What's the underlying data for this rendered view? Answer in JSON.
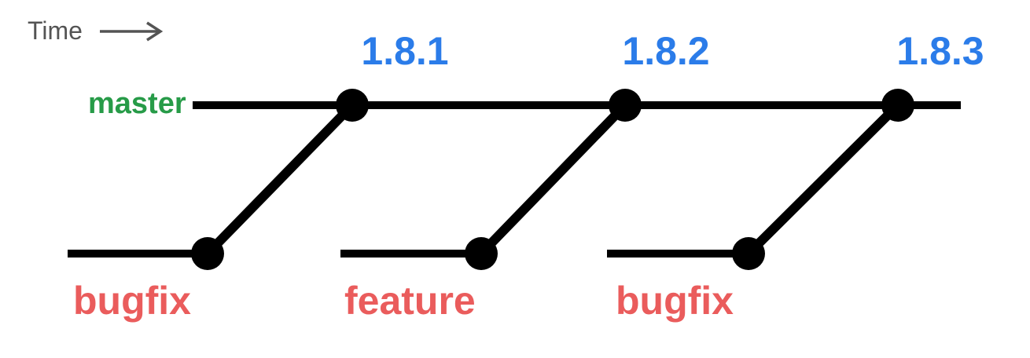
{
  "time": {
    "label": "Time"
  },
  "master": {
    "label": "master"
  },
  "versions": [
    {
      "label": "1.8.1"
    },
    {
      "label": "1.8.2"
    },
    {
      "label": "1.8.3"
    }
  ],
  "branches": [
    {
      "label": "bugfix"
    },
    {
      "label": "feature"
    },
    {
      "label": "bugfix"
    }
  ],
  "icons": {
    "time_arrow": "right-arrow"
  },
  "colors": {
    "background": "#ffffff",
    "line": "#000000",
    "time-label": "#545454",
    "master-label": "#279b48",
    "version-label": "#2b7ce9",
    "branch-label": "#ea5c5c"
  }
}
